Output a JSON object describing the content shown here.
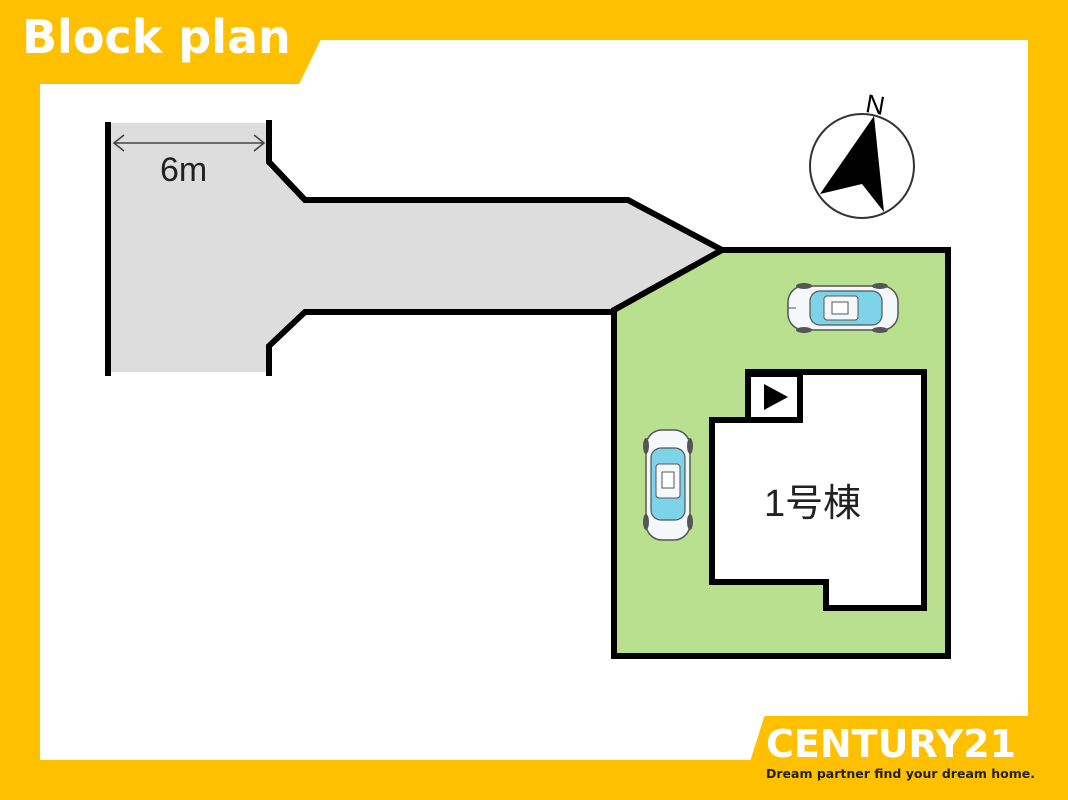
{
  "header": {
    "title": "Block plan"
  },
  "plan": {
    "road_width_label": "6m",
    "building_label": "1号棟",
    "north_label": "N",
    "entrance_marker": "▶"
  },
  "footer": {
    "brand": "CENTURY21",
    "tagline": "Dream partner find your dream home."
  },
  "colors": {
    "frame": "#FFC000",
    "road": "#DDDDDD",
    "lot": "#B8E08F",
    "outline": "#000000"
  },
  "icons": [
    "north-arrow-icon",
    "car-icon"
  ]
}
